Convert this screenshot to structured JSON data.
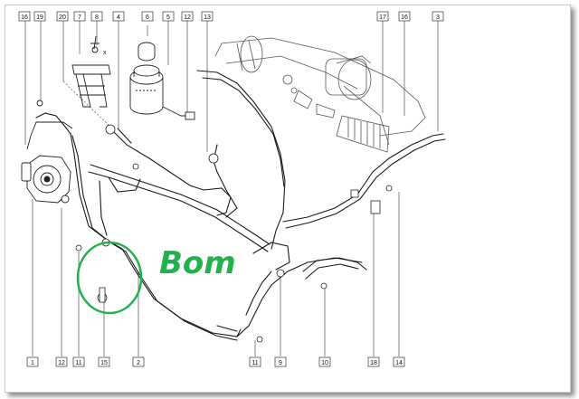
{
  "colors": {
    "line": "#1a1a1a",
    "annotation_green": "#22b14c",
    "sheet_border": "#c8c8c8"
  },
  "callouts_top": [
    "16",
    "19",
    "20",
    "7",
    "8",
    "4",
    "6",
    "5",
    "12",
    "13",
    "17",
    "16",
    "3"
  ],
  "callouts_bottom": [
    "1",
    "12",
    "11",
    "15",
    "2",
    "11",
    "9",
    "10",
    "18",
    "14"
  ],
  "axis_marker": "x",
  "annotation": {
    "text": "Bom"
  }
}
